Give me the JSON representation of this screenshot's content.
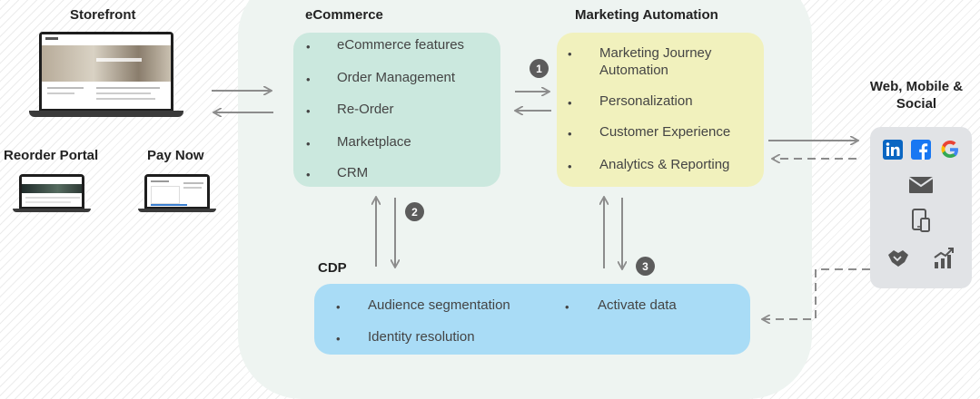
{
  "headings": {
    "storefront": "Storefront",
    "ecommerce": "eCommerce",
    "marketing": "Marketing Automation",
    "channels": "Web, Mobile &\nSocial",
    "reorder_portal": "Reorder Portal",
    "pay_now": "Pay Now",
    "cdp": "CDP"
  },
  "ecommerce_items": [
    "eCommerce features",
    "Order Management",
    "Re-Order",
    "Marketplace",
    "CRM"
  ],
  "marketing_items": [
    "Marketing Journey\nAutomation",
    "Personalization",
    "Customer Experience",
    "Analytics & Reporting"
  ],
  "cdp_items": [
    "Audience segmentation",
    "Identity resolution",
    "Activate data"
  ],
  "badges": [
    "1",
    "2",
    "3"
  ],
  "bullet_char": "•",
  "social_icons": [
    "linkedin-icon",
    "facebook-icon",
    "google-icon",
    "email-icon",
    "mobile-devices-icon",
    "handshake-icon",
    "growth-chart-icon"
  ],
  "colors": {
    "ecommerce_box": "#cbe8de",
    "marketing_box": "#f1f1bd",
    "cdp_box": "#a9dcf6",
    "panel": "#eef4f1",
    "badge": "#5c5c5c",
    "arrow": "#8c8c8c",
    "linkedin": "#0a66c2",
    "facebook": "#1877f2"
  }
}
